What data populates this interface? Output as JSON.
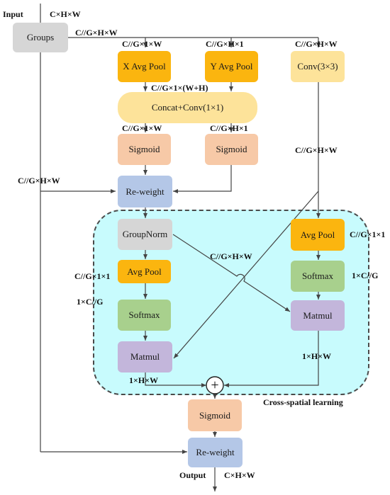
{
  "nodes": {
    "groups": "Groups",
    "x_avg_pool": "X Avg Pool",
    "y_avg_pool": "Y Avg Pool",
    "conv3x3": "Conv(3×3)",
    "concat_conv": "Concat+Conv(1×1)",
    "sigmoid_left": "Sigmoid",
    "sigmoid_right": "Sigmoid",
    "reweight_top": "Re-weight",
    "groupnorm": "GroupNorm",
    "avg_pool_left": "Avg Pool",
    "softmax_left": "Softmax",
    "matmul_left": "Matmul",
    "avg_pool_right": "Avg Pool",
    "softmax_right": "Softmax",
    "matmul_right": "Matmul",
    "sigmoid_bottom": "Sigmoid",
    "reweight_bottom": "Re-weight",
    "plus_symbol": "+"
  },
  "labels": {
    "input": "Input",
    "input_dims": "C×H×W",
    "groups_out": "C//G×H×W",
    "x_pool_in": "C//G×1×W",
    "y_pool_in": "C//G×H×1",
    "conv_in": "C//G×H×W",
    "concat_in": "C//G×1×(W+H)",
    "sig_left_in": "C//G×1×W",
    "sig_right_in": "C//G×H×1",
    "conv_out": "C//G×H×W",
    "skip_left": "C//G×H×W",
    "cross_diag": "C//G×H×W",
    "avg_left_in": "C//G×1×1",
    "avg_right_out": "C//G×1×1",
    "softmax_left_out": "1×C//G",
    "softmax_right_out": "1×C//G",
    "matmul_left_out": "1×H×W",
    "matmul_right_out": "1×H×W",
    "region_title": "Cross-spatial learning",
    "output": "Output",
    "output_dims": "C×H×W"
  }
}
